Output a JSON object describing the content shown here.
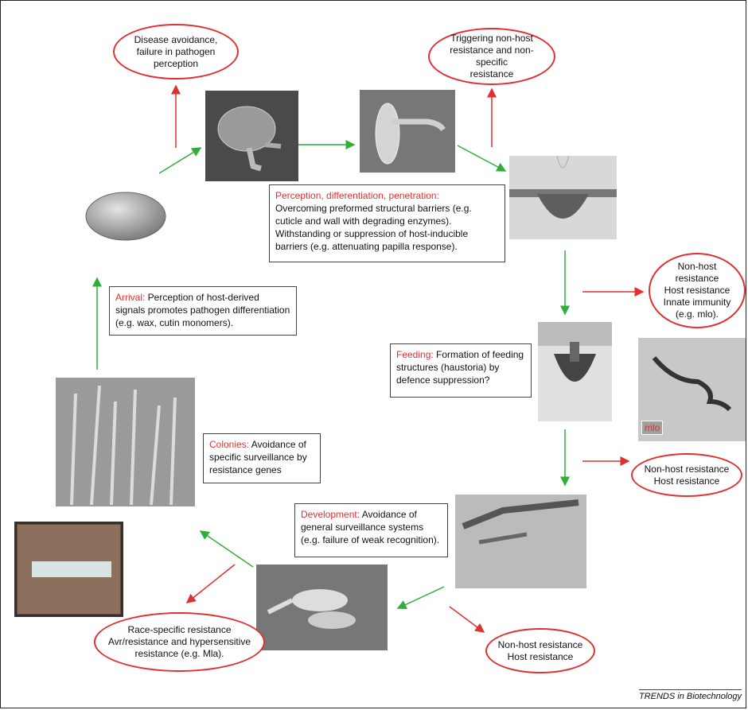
{
  "ellipses": {
    "disease_avoidance": [
      "Disease avoidance,",
      "failure in pathogen",
      "perception"
    ],
    "nonhost_nonspecific": [
      "Triggering non-host",
      "resistance and non-specific",
      "resistance"
    ],
    "nonhost_innate": [
      "Non-host resistance",
      "Host resistance",
      "Innate immunity",
      "(e.g. mlo)."
    ],
    "nonhost_host_1": [
      "Non-host resistance",
      "Host resistance"
    ],
    "nonhost_host_2": [
      "Non-host resistance",
      "Host resistance"
    ],
    "race_specific": [
      "Race-specific resistance",
      "Avr/resistance and hypersensitive",
      "resistance (e.g. Mla)."
    ]
  },
  "boxes": {
    "perception": {
      "heading": "Perception, differentiation, penetration:",
      "body": "Overcoming preformed structural barriers (e.g. cuticle and wall with degrading enzymes). Withstanding or suppression of host-inducible barriers (e.g. attenuating papilla response)."
    },
    "arrival": {
      "heading": "Arrival:",
      "body": " Perception of host-derived signals promotes pathogen differentiation (e.g. wax, cutin monomers)."
    },
    "feeding": {
      "heading": "Feeding:",
      "body": " Formation of feeding structures (haustoria) by defence suppression?"
    },
    "colonies": {
      "heading": "Colonies:",
      "body": " Avoidance of specific surveillance by resistance genes"
    },
    "development": {
      "heading": "Development:",
      "body": " Avoidance of general surveillance systems (e.g. failure of weak recognition)."
    }
  },
  "image_label_mlo": "mlo",
  "footer": "TRENDS in Biotechnology",
  "colors": {
    "red": "#e03030",
    "green": "#2fae3a"
  }
}
